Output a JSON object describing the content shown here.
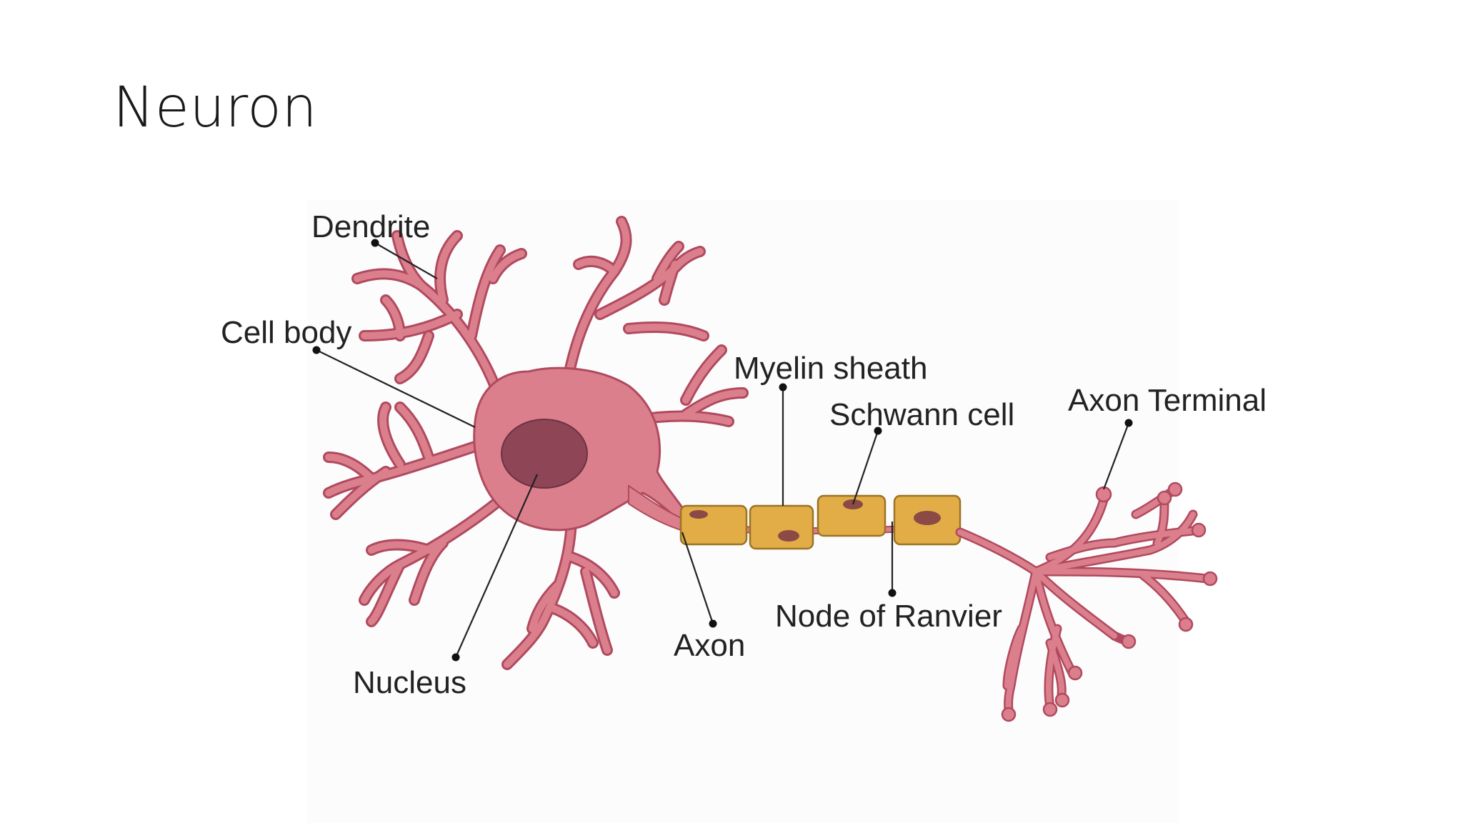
{
  "slide": {
    "title": "Neuron"
  },
  "diagram": {
    "labels": {
      "dendrite": "Dendrite",
      "cell_body": "Cell body",
      "nucleus": "Nucleus",
      "axon": "Axon",
      "myelin_sheath": "Myelin sheath",
      "schwann_cell": "Schwann cell",
      "node_of_ranvier": "Node of Ranvier",
      "axon_terminal": "Axon Terminal"
    },
    "colors": {
      "cell_fill": "#dc7f8d",
      "cell_outline": "#b04a5e",
      "nucleus_fill": "#8e4556",
      "myelin_fill": "#e2ad47",
      "myelin_outline": "#9c7424",
      "schwann_nucleus": "#8b4a46",
      "leader_line": "#222222"
    }
  }
}
